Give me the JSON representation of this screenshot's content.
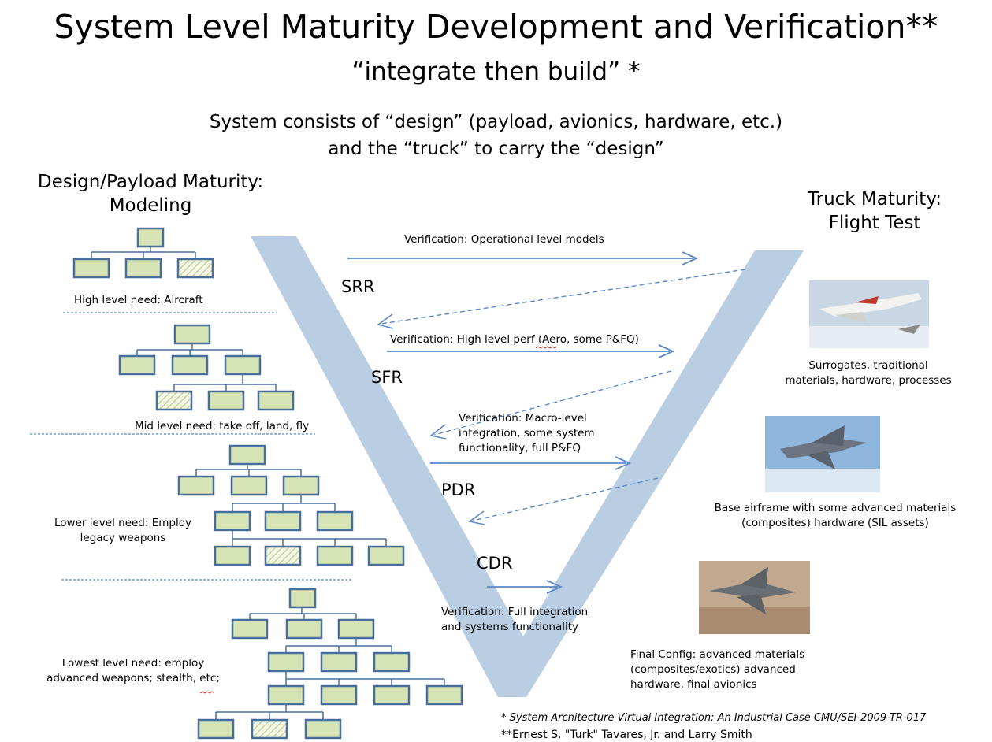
{
  "header": {
    "title": "System Level Maturity Development and Verification**",
    "subtitle": "“integrate then build” *",
    "desc_line1": "System consists of “design” (payload, avionics, hardware, etc.)",
    "desc_line2": "and the “truck” to carry the “design”"
  },
  "left_heading": {
    "line1": "Design/Payload Maturity:",
    "line2": "Modeling"
  },
  "right_heading": {
    "line1": "Truck Maturity:",
    "line2": "Flight Test"
  },
  "levels": {
    "high": "High level need:  Aircraft",
    "mid": "Mid level need:  take off, land, fly",
    "lower_line1": "Lower level need:  Employ",
    "lower_line2": "legacy weapons",
    "lowest_line1": "Lowest level need:  employ",
    "lowest_line2": "advanced weapons; stealth, etc;"
  },
  "gates": {
    "srr": "SRR",
    "sfr": "SFR",
    "pdr": "PDR",
    "cdr": "CDR"
  },
  "verifications": {
    "v1": "Verification:  Operational level models",
    "v2": "Verification:  High level perf (Aero, some P&FQ)",
    "v3_line1": "Verification:  Macro-level",
    "v3_line2": "integration, some system",
    "v3_line3": "functionality, full P&FQ",
    "v4_line1": "Verification:  Full integration",
    "v4_line2": "and systems functionality"
  },
  "truck": {
    "t1_line1": "Surrogates, traditional",
    "t1_line2": "materials, hardware, processes",
    "t2_line1": "Base airframe with some advanced materials",
    "t2_line2": "(composites) hardware (SIL assets)",
    "t3_line1": "Final Config:  advanced materials",
    "t3_line2": "(composites/exotics) advanced",
    "t3_line3": "hardware, final avionics"
  },
  "footnotes": {
    "f1": "* System Architecture Virtual Integration:  An Industrial Case  CMU/SEI-2009-TR-017",
    "f2": "**Ernest S. \"Turk\" Tavares, Jr. and Larry Smith"
  },
  "colors": {
    "v_shape": "#b9cde3",
    "box_fill": "#d6e3b4",
    "box_stroke": "#4a6e9b",
    "arrow": "#5a88c8",
    "separator": "#5a88c8"
  }
}
